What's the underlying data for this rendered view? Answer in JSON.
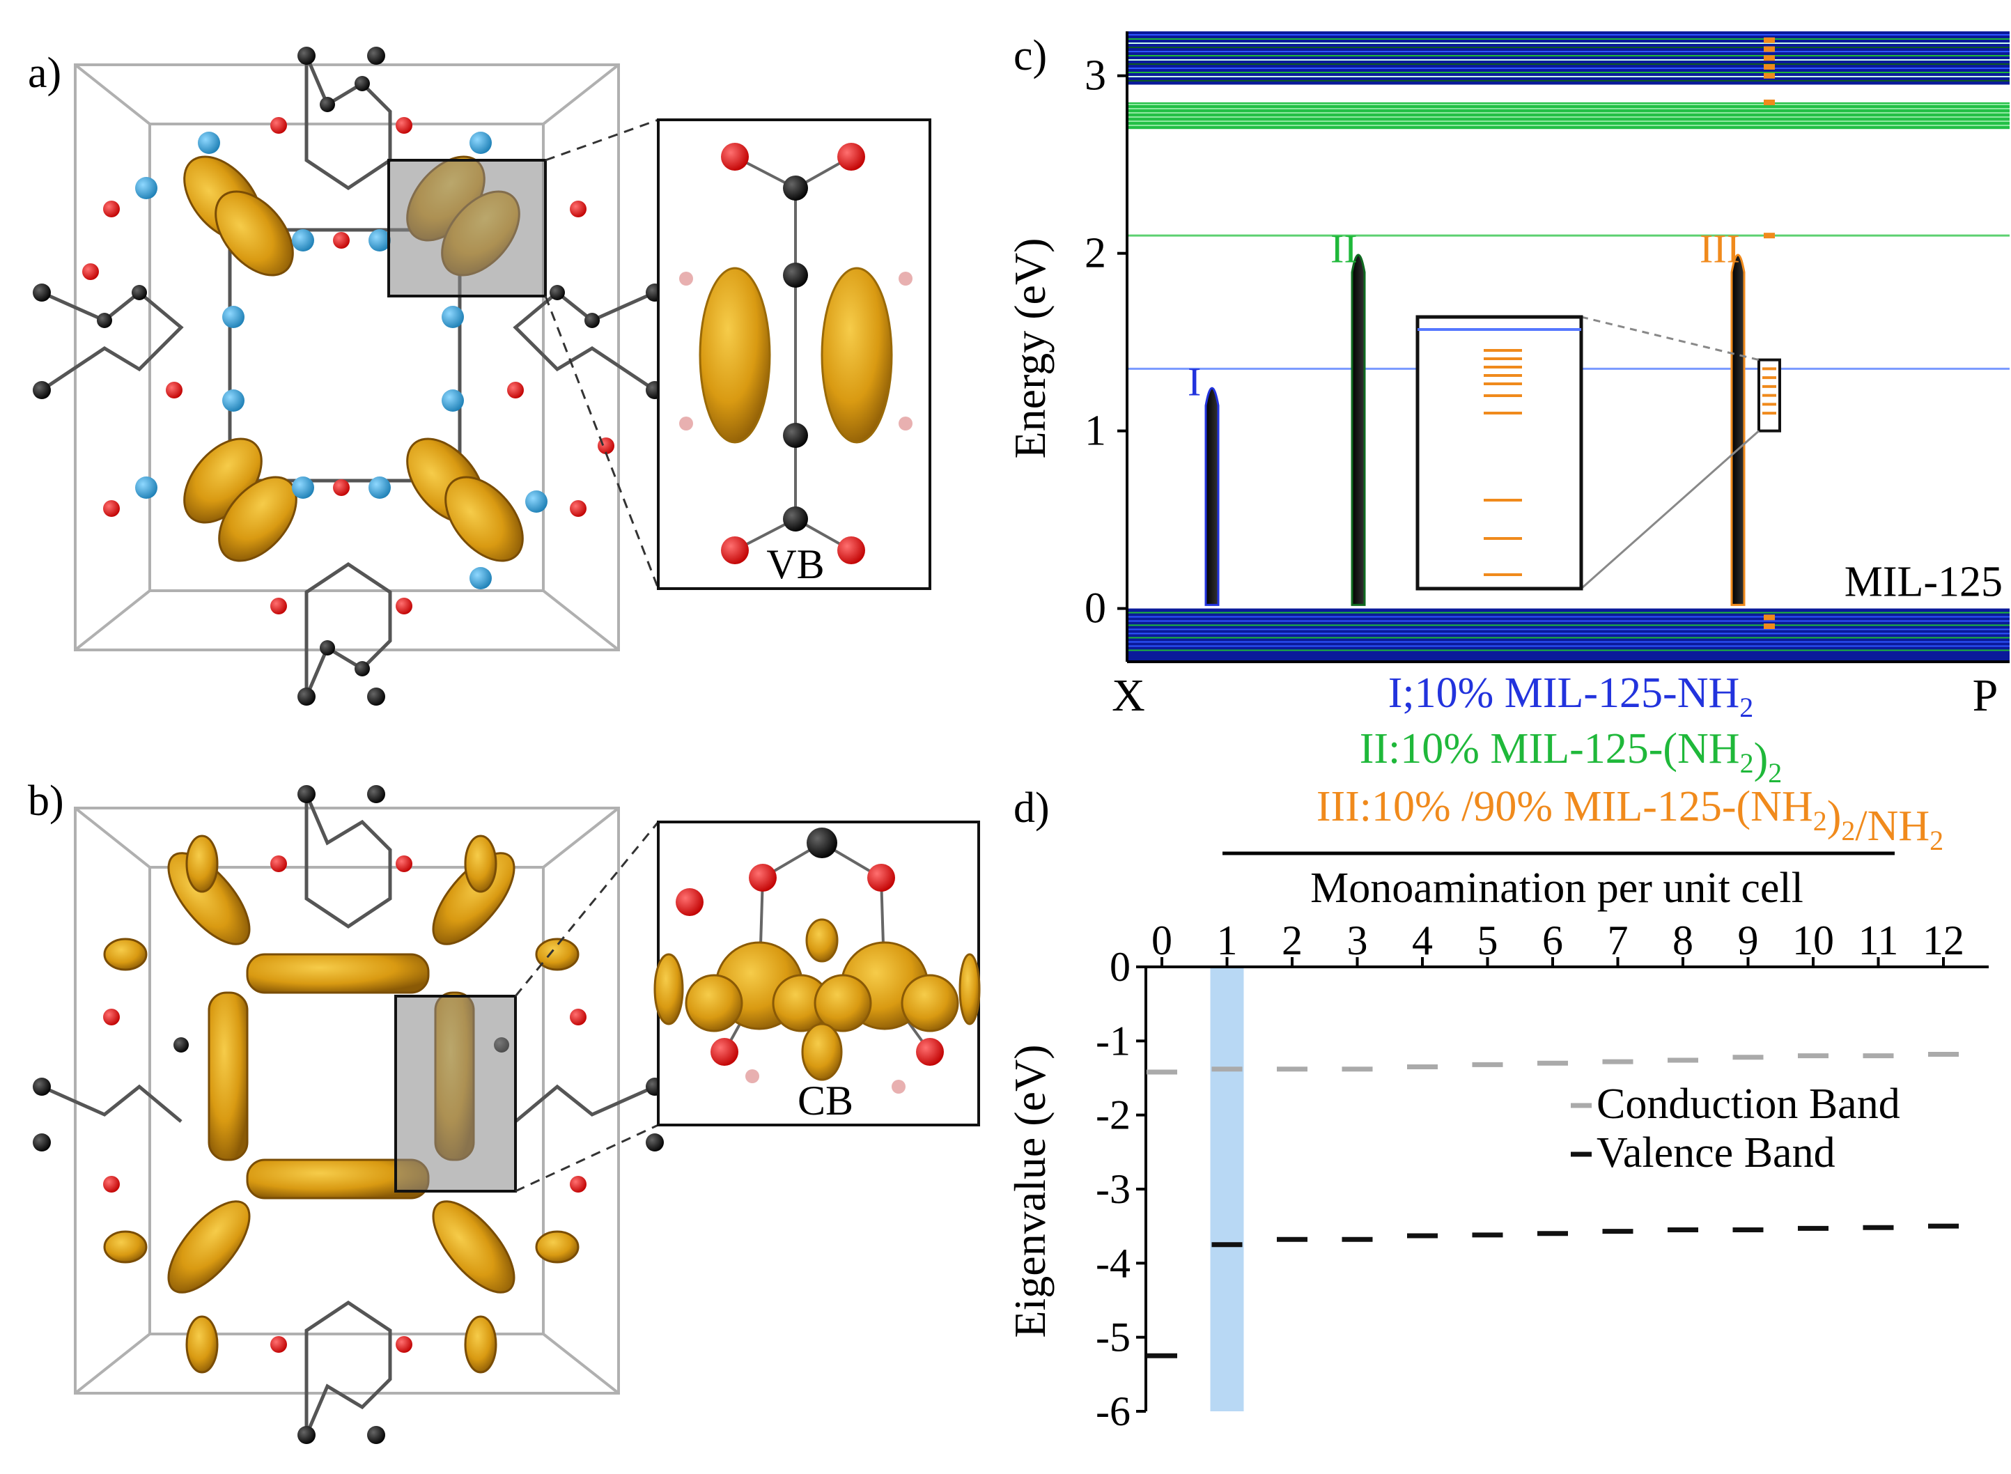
{
  "panels": {
    "a": {
      "label": "a)",
      "inset_label": "VB"
    },
    "b": {
      "label": "b)",
      "inset_label": "CB"
    },
    "c": {
      "label": "c)"
    },
    "d": {
      "label": "d)"
    }
  },
  "colors": {
    "blue": "#2233dd",
    "green": "#1fb83a",
    "orange": "#f08a1c",
    "isosurface": "#d99a12",
    "oxygen": "#e01010",
    "titanium": "#2a9ad0",
    "carbon": "#111111",
    "highlight": "#b8d8f4"
  },
  "chart_data": [
    {
      "panel": "c",
      "type": "line",
      "ylabel": "Energy (eV)",
      "xlabel_left": "X",
      "xlabel_right": "P",
      "ylim": [
        -0.3,
        3.25
      ],
      "yticks": [
        0,
        1,
        2,
        3
      ],
      "corner_label": "MIL-125",
      "bands": {
        "valence_region": [
          -0.3,
          0.0
        ],
        "conduction_region_blue": [
          2.95,
          3.25
        ],
        "conduction_region_green": [
          2.7,
          2.85
        ]
      },
      "gap_states": [
        {
          "id": "I",
          "color": "#2233dd",
          "level": 1.35
        },
        {
          "id": "II",
          "color": "#1fb83a",
          "level": 2.1
        },
        {
          "id": "III",
          "color": "#f08a1c",
          "level": 2.05
        }
      ],
      "legend": [
        {
          "roman": "I",
          "text": ";10% MIL-125-NH",
          "sub": "2",
          "tail": "",
          "tail_sub": "",
          "end": "",
          "color": "#2233dd"
        },
        {
          "roman": "II",
          "text": ":10% MIL-125-(NH",
          "sub": "2",
          "tail": ")",
          "tail_sub": "2",
          "end": "",
          "color": "#1fb83a"
        },
        {
          "roman": "III",
          "text": ":10% /90% MIL-125-(NH",
          "sub": "2",
          "tail": ")",
          "tail_sub": "2",
          "end": "/NH",
          "end_sub": "2",
          "color": "#f08a1c"
        }
      ]
    },
    {
      "panel": "d",
      "type": "scatter",
      "title": "Monoamination per unit cell",
      "ylabel": "Eigenvalue (eV)",
      "ylim": [
        -6,
        0
      ],
      "yticks": [
        "0",
        "-1",
        "-2",
        "-3",
        "-4",
        "-5",
        "-6"
      ],
      "categories": [
        "0",
        "1",
        "2",
        "3",
        "4",
        "5",
        "6",
        "7",
        "8",
        "9",
        "10",
        "11",
        "12"
      ],
      "highlight_category": "1",
      "series": [
        {
          "name": "Conduction Band",
          "color": "#aaaaaa",
          "values": [
            -1.42,
            -1.38,
            -1.38,
            -1.38,
            -1.35,
            -1.32,
            -1.3,
            -1.28,
            -1.26,
            -1.22,
            -1.2,
            -1.2,
            -1.18
          ]
        },
        {
          "name": "Valence Band",
          "color": "#111111",
          "values": [
            -5.25,
            -3.75,
            -3.68,
            -3.68,
            -3.63,
            -3.62,
            -3.6,
            -3.57,
            -3.55,
            -3.55,
            -3.53,
            -3.52,
            -3.5
          ]
        }
      ]
    }
  ]
}
